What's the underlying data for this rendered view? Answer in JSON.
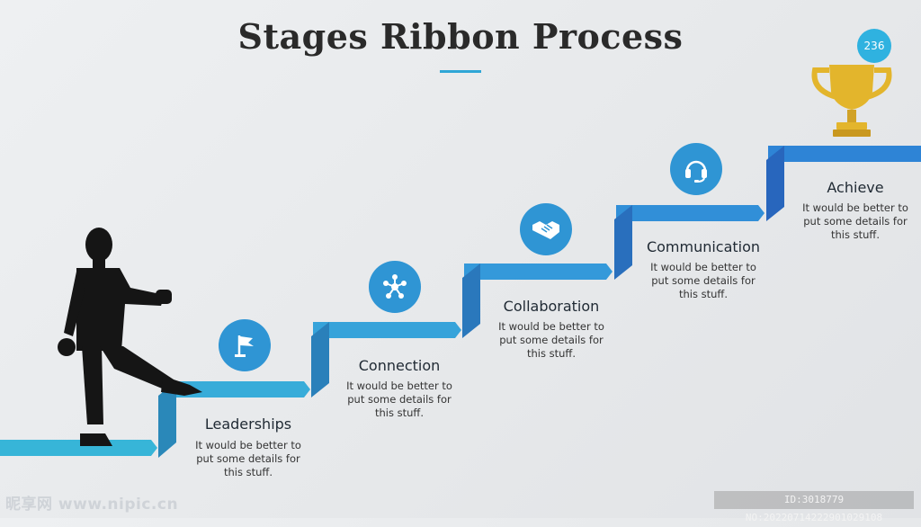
{
  "title": "Stages Ribbon Process",
  "badge": "236",
  "colors": {
    "ribbon_top": "#2f8fd6",
    "ribbon_side": "#2a7bb8",
    "icon_bg": "#2f95d4",
    "trophy": "#e3b52c",
    "accent": "#2ea6d6"
  },
  "stages": [
    {
      "title": "Leaderships",
      "desc": "It would be better to put some details for this stuff.",
      "icon": "flag-icon"
    },
    {
      "title": "Connection",
      "desc": "It would be better to put some details for this stuff.",
      "icon": "network-icon"
    },
    {
      "title": "Collaboration",
      "desc": "It would be better to put some details for this stuff.",
      "icon": "handshake-icon"
    },
    {
      "title": "Communication",
      "desc": "It would be better to put some details for this stuff.",
      "icon": "headset-icon"
    },
    {
      "title": "Achieve",
      "desc": "It would be better to put some details for this stuff.",
      "icon": "trophy-icon"
    }
  ],
  "watermark": {
    "left": "昵享网 www.nipic.cn",
    "right": "ID:3018779 NO:20220714222901029108"
  }
}
